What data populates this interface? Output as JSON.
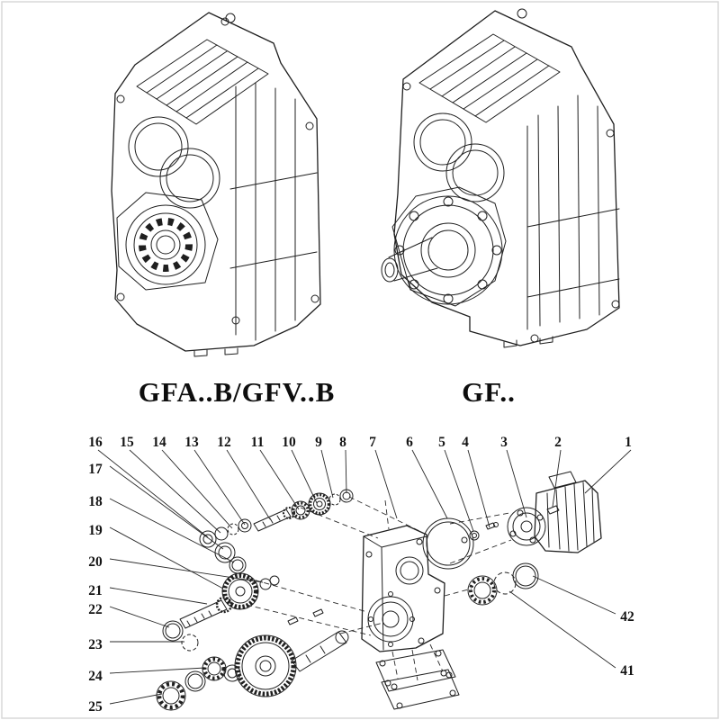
{
  "page": {
    "background": "#ffffff",
    "ink_color": "#1f1f1f"
  },
  "captions": {
    "left": "GFA..B/GFV..B",
    "right": "GF.."
  },
  "exploded": {
    "top_row": [
      "16",
      "15",
      "14",
      "13",
      "12",
      "11",
      "10",
      "9",
      "8",
      "7",
      "6",
      "5",
      "4",
      "3",
      "2",
      "1"
    ],
    "left_column": [
      "17",
      "18",
      "19",
      "20",
      "21",
      "22",
      "23",
      "24",
      "25"
    ],
    "right_column": [
      "42",
      "41"
    ]
  }
}
